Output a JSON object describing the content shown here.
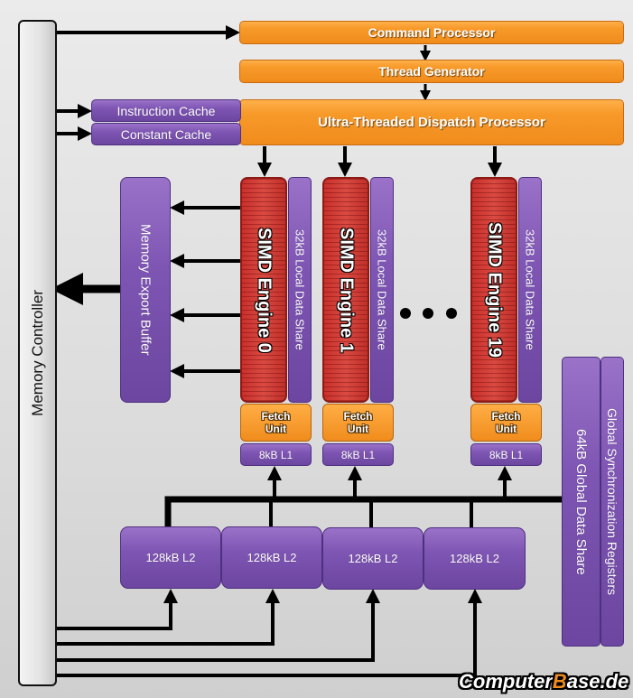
{
  "diagram": {
    "memory_controller": "Memory Controller",
    "command_processor": "Command Processor",
    "thread_generator": "Thread Generator",
    "dispatch_processor": "Ultra-Threaded Dispatch Processor",
    "instruction_cache": "Instruction Cache",
    "constant_cache": "Constant Cache",
    "memory_export_buffer": "Memory Export Buffer",
    "simd_engines": [
      {
        "name": "SIMD Engine 0",
        "local_data_share": "32kB Local Data Share",
        "fetch_unit": "Fetch Unit",
        "l1": "8kB L1"
      },
      {
        "name": "SIMD Engine 1",
        "local_data_share": "32kB Local Data Share",
        "fetch_unit": "Fetch Unit",
        "l1": "8kB L1"
      },
      {
        "name": "SIMD Engine 19",
        "local_data_share": "32kB Local Data Share",
        "fetch_unit": "Fetch Unit",
        "l1": "8kB L1"
      }
    ],
    "ellipsis": "• • •",
    "l2_caches": [
      "128kB L2",
      "128kB L2",
      "128kB L2",
      "128kB L2"
    ],
    "global_data_share": "64kB Global Data Share",
    "global_sync_registers": "Global Synchronization Registers",
    "colors": {
      "orange": "#f08c1c",
      "purple": "#7e55b3",
      "red": "#c9302c",
      "background": "#e0e0e0"
    }
  },
  "watermark": {
    "part1": "Computer",
    "part2": "B",
    "part3": "ase.de"
  }
}
